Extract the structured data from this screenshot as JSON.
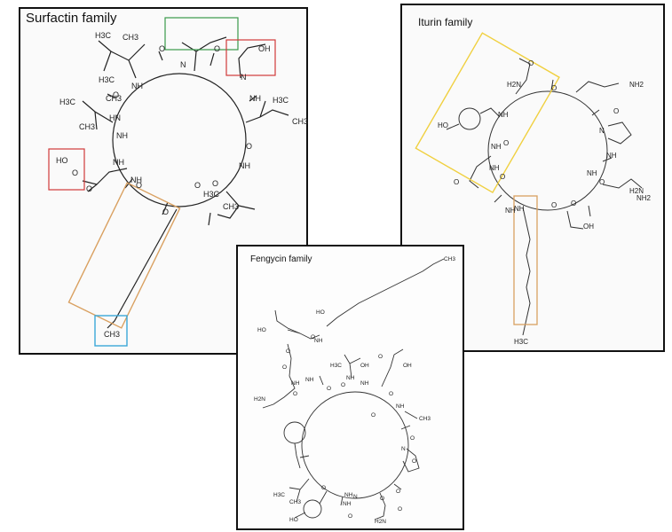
{
  "panels": {
    "surfactin": {
      "title": "Surfactin family",
      "labels": [
        "H3C",
        "CH3",
        "H3C",
        "CH3",
        "H3C",
        "CH3",
        "H3C",
        "CH3",
        "H3C",
        "CH3",
        "NH",
        "N",
        "N",
        "NH",
        "NH",
        "NH",
        "NH",
        "NH",
        "HN",
        "O",
        "O",
        "O",
        "O",
        "O",
        "O",
        "O",
        "O",
        "OH",
        "HO",
        "O",
        "O",
        "CH3"
      ]
    },
    "iturin": {
      "title": "Iturin family",
      "labels": [
        "O",
        "H2N",
        "O",
        "NH2",
        "HO",
        "NH",
        "NH",
        "O",
        "N",
        "O",
        "NH",
        "O",
        "NH",
        "H2N",
        "O",
        "NH",
        "NH",
        "O",
        "NH2",
        "O",
        "NH",
        "O",
        "OH",
        "H3C"
      ]
    },
    "fengycin": {
      "title": "Fengycin family",
      "labels": [
        "CH3",
        "HO",
        "O",
        "HO",
        "NH",
        "O",
        "O",
        "NH",
        "O",
        "H3C",
        "OH",
        "O",
        "OH",
        "NH",
        "O",
        "H2N",
        "NH",
        "O",
        "NH",
        "O",
        "O",
        "NH",
        "CH3",
        "O",
        "N",
        "O",
        "O",
        "O",
        "H3C",
        "CH3",
        "NH",
        "O",
        "NH",
        "N",
        "O",
        "O",
        "HO",
        "H2N"
      ]
    }
  },
  "highlight_colors": {
    "isopropyl": "#3a9a4a",
    "carboxyl": "#d03a3a",
    "fatty_chain": "#d9a060",
    "terminal_methyl": "#3aa8d8",
    "iturin_box": "#f0d040"
  }
}
